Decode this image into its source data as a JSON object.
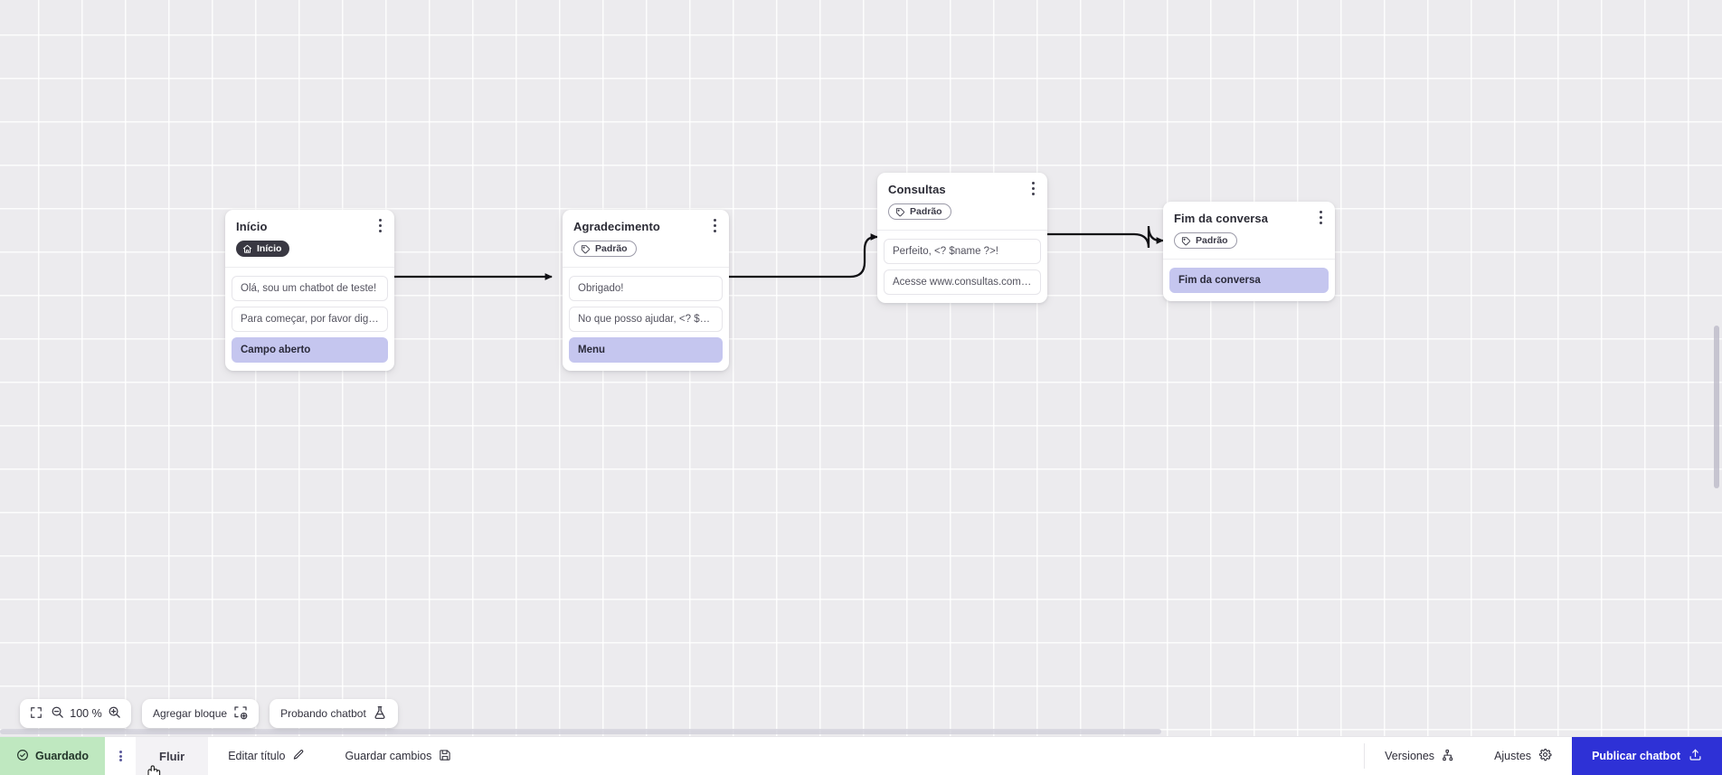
{
  "canvas": {
    "nodes": [
      {
        "id": "inicio",
        "title": "Início",
        "badge": {
          "label": "Início",
          "type": "start",
          "icon": "home-icon"
        },
        "rows": [
          {
            "text": "Olá, sou um chatbot de teste!",
            "style": "plain"
          },
          {
            "text": "Para começar, por favor digite o ...",
            "style": "plain"
          },
          {
            "text": "Campo aberto",
            "style": "purple"
          }
        ]
      },
      {
        "id": "agradecimento",
        "title": "Agradecimento",
        "badge": {
          "label": "Padrão",
          "type": "default",
          "icon": "tag-icon"
        },
        "rows": [
          {
            "text": "Obrigado!",
            "style": "plain"
          },
          {
            "text": "No que posso ajudar, <? $name ...",
            "style": "plain"
          },
          {
            "text": "Menu",
            "style": "purple"
          }
        ]
      },
      {
        "id": "consultas",
        "title": "Consultas",
        "badge": {
          "label": "Padrão",
          "type": "default",
          "icon": "tag-icon"
        },
        "rows": [
          {
            "text": "Perfeito, <? $name ?>!",
            "style": "plain"
          },
          {
            "text": "Acesse www.consultas.com par...",
            "style": "plain"
          }
        ]
      },
      {
        "id": "fim",
        "title": "Fim da conversa",
        "badge": {
          "label": "Padrão",
          "type": "default",
          "icon": "tag-icon"
        },
        "rows": [
          {
            "text": "Fim da conversa",
            "style": "purple"
          }
        ]
      }
    ]
  },
  "toolbar": {
    "fit_icon": "fit-screen-icon",
    "zoom_out_icon": "zoom-out-icon",
    "zoom_level": "100 %",
    "zoom_in_icon": "zoom-in-icon",
    "add_block_label": "Agregar bloque",
    "add_block_icon": "add-block-icon",
    "test_chatbot_label": "Probando chatbot",
    "test_chatbot_icon": "flask-icon"
  },
  "statusbar": {
    "saved_label": "Guardado",
    "saved_icon": "check-circle-icon",
    "overflow_icon": "more-vertical-icon",
    "active_tab": "Fluir",
    "edit_title_label": "Editar título",
    "edit_title_icon": "pencil-icon",
    "save_changes_label": "Guardar cambios",
    "save_changes_icon": "save-disk-icon",
    "versions_label": "Versiones",
    "versions_icon": "branch-icon",
    "settings_label": "Ajustes",
    "settings_icon": "gear-icon",
    "publish_label": "Publicar chatbot",
    "publish_icon": "upload-icon"
  },
  "colors": {
    "canvas_bg": "#ecebee",
    "accent_purple": "#c5c6ef",
    "publish_blue": "#2e31d6",
    "saved_green": "#bfe8c0",
    "badge_dark": "#393842"
  }
}
